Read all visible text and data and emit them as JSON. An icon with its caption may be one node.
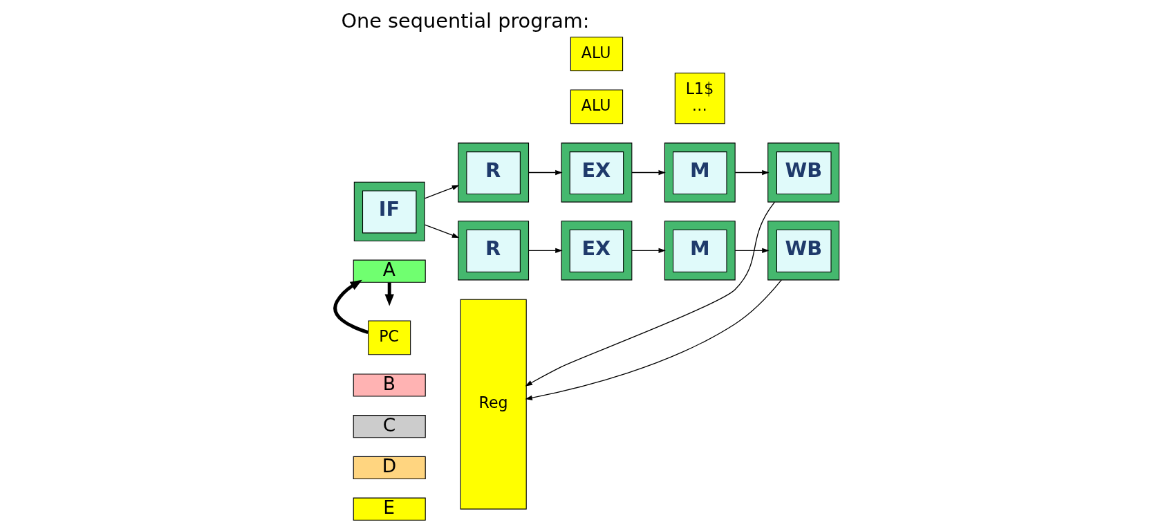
{
  "diagram": {
    "title": "One sequential program:",
    "nodes": [
      {
        "text": [
          "E"
        ]
      },
      {
        "text": [
          "D"
        ]
      },
      {
        "text": [
          "C"
        ]
      },
      {
        "text": [
          "B"
        ]
      },
      {
        "text": [
          "A"
        ]
      },
      {
        "text": [
          "PC"
        ]
      },
      {
        "text": [
          "IF"
        ]
      },
      {
        "text": [
          "R"
        ]
      },
      {
        "text": [
          "Reg"
        ]
      },
      {
        "text": [
          "EX"
        ]
      },
      {
        "text": [
          "ALU"
        ]
      },
      {
        "text": [
          "M"
        ]
      },
      {
        "text": [
          "WB"
        ]
      },
      {
        "text": [
          "L1$",
          "…"
        ]
      },
      {
        "text": [
          "R"
        ]
      },
      {
        "text": [
          "EX"
        ]
      },
      {
        "text": [
          "ALU"
        ]
      },
      {
        "text": [
          "M"
        ]
      },
      {
        "text": [
          "WB"
        ]
      }
    ],
    "edges": [
      {
        "from": 5,
        "to": 4,
        "arrow": "to",
        "style": "thick"
      },
      {
        "from": 4,
        "to": null,
        "arrow": "to",
        "style": "thick"
      },
      {
        "from": 6,
        "to": 7,
        "arrow": "to"
      },
      {
        "from": 6,
        "to": 14,
        "arrow": "to"
      },
      {
        "from": 7,
        "to": 9,
        "arrow": "to"
      },
      {
        "from": 9,
        "to": 11,
        "arrow": "to"
      },
      {
        "from": 11,
        "to": 12,
        "arrow": "to"
      },
      {
        "from": 12,
        "to": 8,
        "arrow": "to"
      },
      {
        "from": 14,
        "to": 15,
        "arrow": "to"
      },
      {
        "from": 15,
        "to": 17,
        "arrow": "to"
      },
      {
        "from": 17,
        "to": 18,
        "arrow": "to"
      },
      {
        "from": 18,
        "to": 8,
        "arrow": "to"
      }
    ]
  }
}
